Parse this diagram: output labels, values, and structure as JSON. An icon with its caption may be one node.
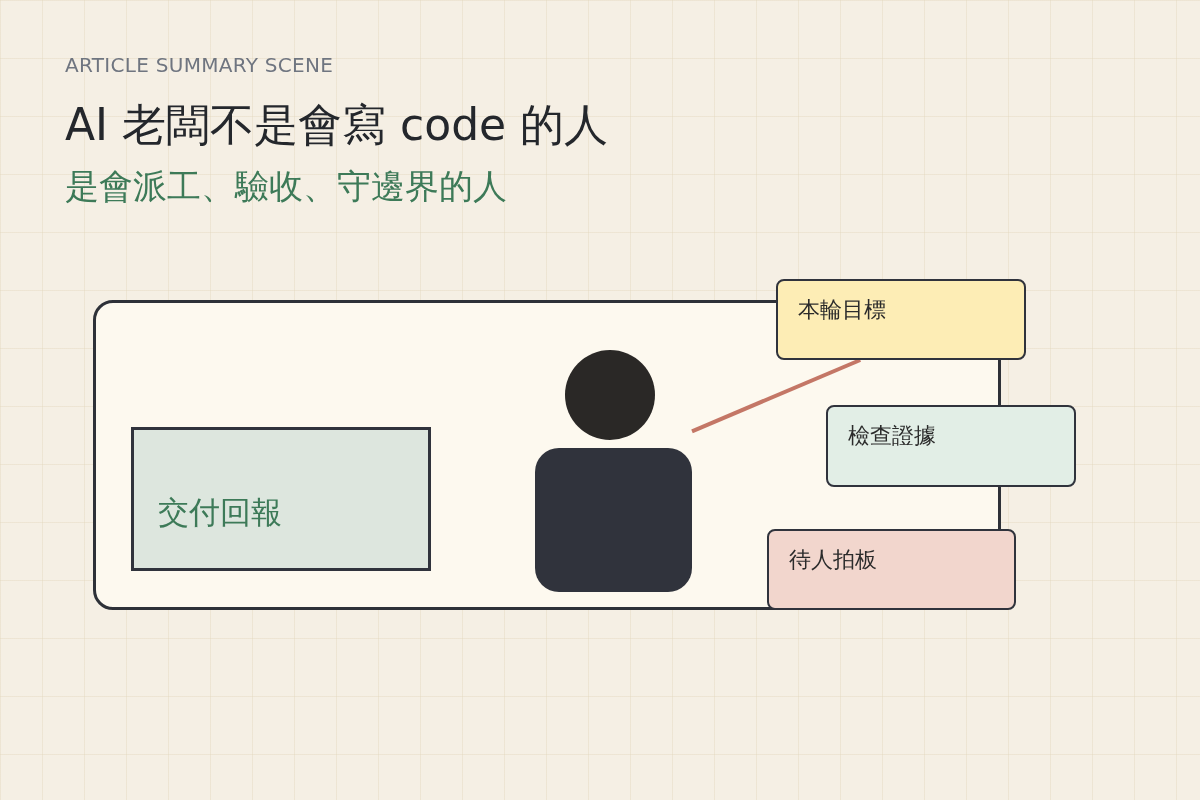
{
  "diagram": {
    "title": "AI 老闆不是會寫 code 的人",
    "nodes": [
      {
        "text": [],
        "shape": "box"
      },
      {
        "text": [
          "交付回報"
        ],
        "in": 0
      },
      {
        "text": [],
        "shape": "person",
        "in": 0
      },
      {
        "text": [
          "本輪目標"
        ]
      },
      {
        "text": [
          "檢查證據"
        ]
      },
      {
        "text": [
          "待人拍板"
        ]
      }
    ],
    "edges": [
      {
        "from": 2,
        "to": 3,
        "arrow": "none",
        "color": "#c47766"
      }
    ],
    "labels": [
      "ARTICLE SUMMARY SCENE",
      "是會派工、驗收、守邊界的人"
    ]
  }
}
